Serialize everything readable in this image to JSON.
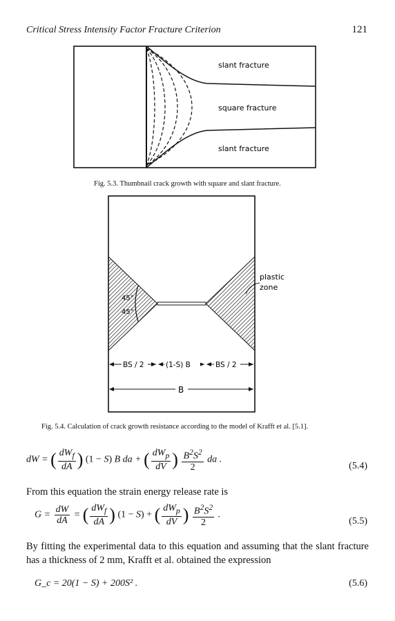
{
  "header": {
    "running_title": "Critical Stress Intensity Factor Fracture Criterion",
    "page_number": "121"
  },
  "figure_5_3": {
    "label_top": "slant fracture",
    "label_middle": "square fracture",
    "label_bottom": "slant fracture",
    "caption": "Fig. 5.3. Thumbnail crack growth with square and slant fracture."
  },
  "figure_5_4": {
    "label_plastic_zone_1": "plastic",
    "label_plastic_zone_2": "zone",
    "angle_upper": "45°",
    "angle_lower": "45°",
    "dim_left": "BS / 2",
    "dim_middle": "(1-S) B",
    "dim_right": "BS / 2",
    "dim_total": "B",
    "caption": "Fig. 5.4. Calculation of crack growth resistance according to the model of Krafft et al. [5.1]."
  },
  "equations": {
    "eq_5_4_number": "(5.4)",
    "eq_5_5_number": "(5.5)",
    "eq_5_6_number": "(5.6)",
    "eq_5_6_text": "G_c = 20(1 − S) + 200S² ."
  },
  "text": {
    "para1": "From this equation the strain energy release rate is",
    "para2": "By fitting the experimental data to this equation and assuming that the slant fracture has a thickness of 2 mm, Krafft et al. obtained the expression"
  }
}
